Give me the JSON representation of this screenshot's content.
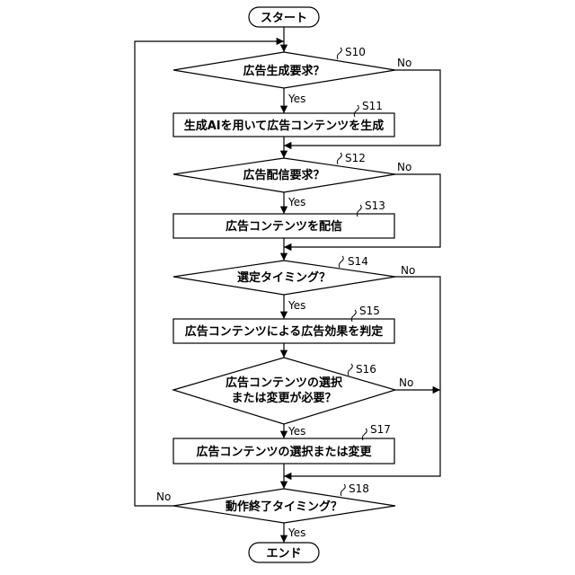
{
  "terminals": {
    "start": "スタート",
    "end": "エンド"
  },
  "steps": [
    {
      "id": "S10",
      "kind": "decision",
      "lines": [
        "広告生成要求？"
      ],
      "yes": "Yes",
      "no": "No"
    },
    {
      "id": "S11",
      "kind": "process",
      "lines": [
        "生成AIを用いて広告コンテンツを生成"
      ]
    },
    {
      "id": "S12",
      "kind": "decision",
      "lines": [
        "広告配信要求？"
      ],
      "yes": "Yes",
      "no": "No"
    },
    {
      "id": "S13",
      "kind": "process",
      "lines": [
        "広告コンテンツを配信"
      ]
    },
    {
      "id": "S14",
      "kind": "decision",
      "lines": [
        "選定タイミング？"
      ],
      "yes": "Yes",
      "no": "No"
    },
    {
      "id": "S15",
      "kind": "process",
      "lines": [
        "広告コンテンツによる広告効果を判定"
      ]
    },
    {
      "id": "S16",
      "kind": "decision",
      "lines": [
        "広告コンテンツの選択",
        "または変更が必要？"
      ],
      "yes": "Yes",
      "no": "No"
    },
    {
      "id": "S17",
      "kind": "process",
      "lines": [
        "広告コンテンツの選択または変更"
      ]
    },
    {
      "id": "S18",
      "kind": "decision",
      "lines": [
        "動作終了タイミング？"
      ],
      "yes": "Yes",
      "no": "No"
    }
  ]
}
